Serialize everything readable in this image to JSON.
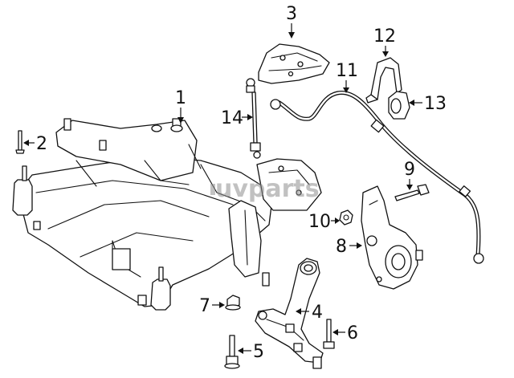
{
  "watermark": "uvparts",
  "callouts": [
    {
      "id": "1",
      "label": "1"
    },
    {
      "id": "2",
      "label": "2"
    },
    {
      "id": "3",
      "label": "3"
    },
    {
      "id": "4",
      "label": "4"
    },
    {
      "id": "5",
      "label": "5"
    },
    {
      "id": "6",
      "label": "6"
    },
    {
      "id": "7",
      "label": "7"
    },
    {
      "id": "8",
      "label": "8"
    },
    {
      "id": "9",
      "label": "9"
    },
    {
      "id": "10",
      "label": "10"
    },
    {
      "id": "11",
      "label": "11"
    },
    {
      "id": "12",
      "label": "12"
    },
    {
      "id": "13",
      "label": "13"
    },
    {
      "id": "14",
      "label": "14"
    }
  ]
}
